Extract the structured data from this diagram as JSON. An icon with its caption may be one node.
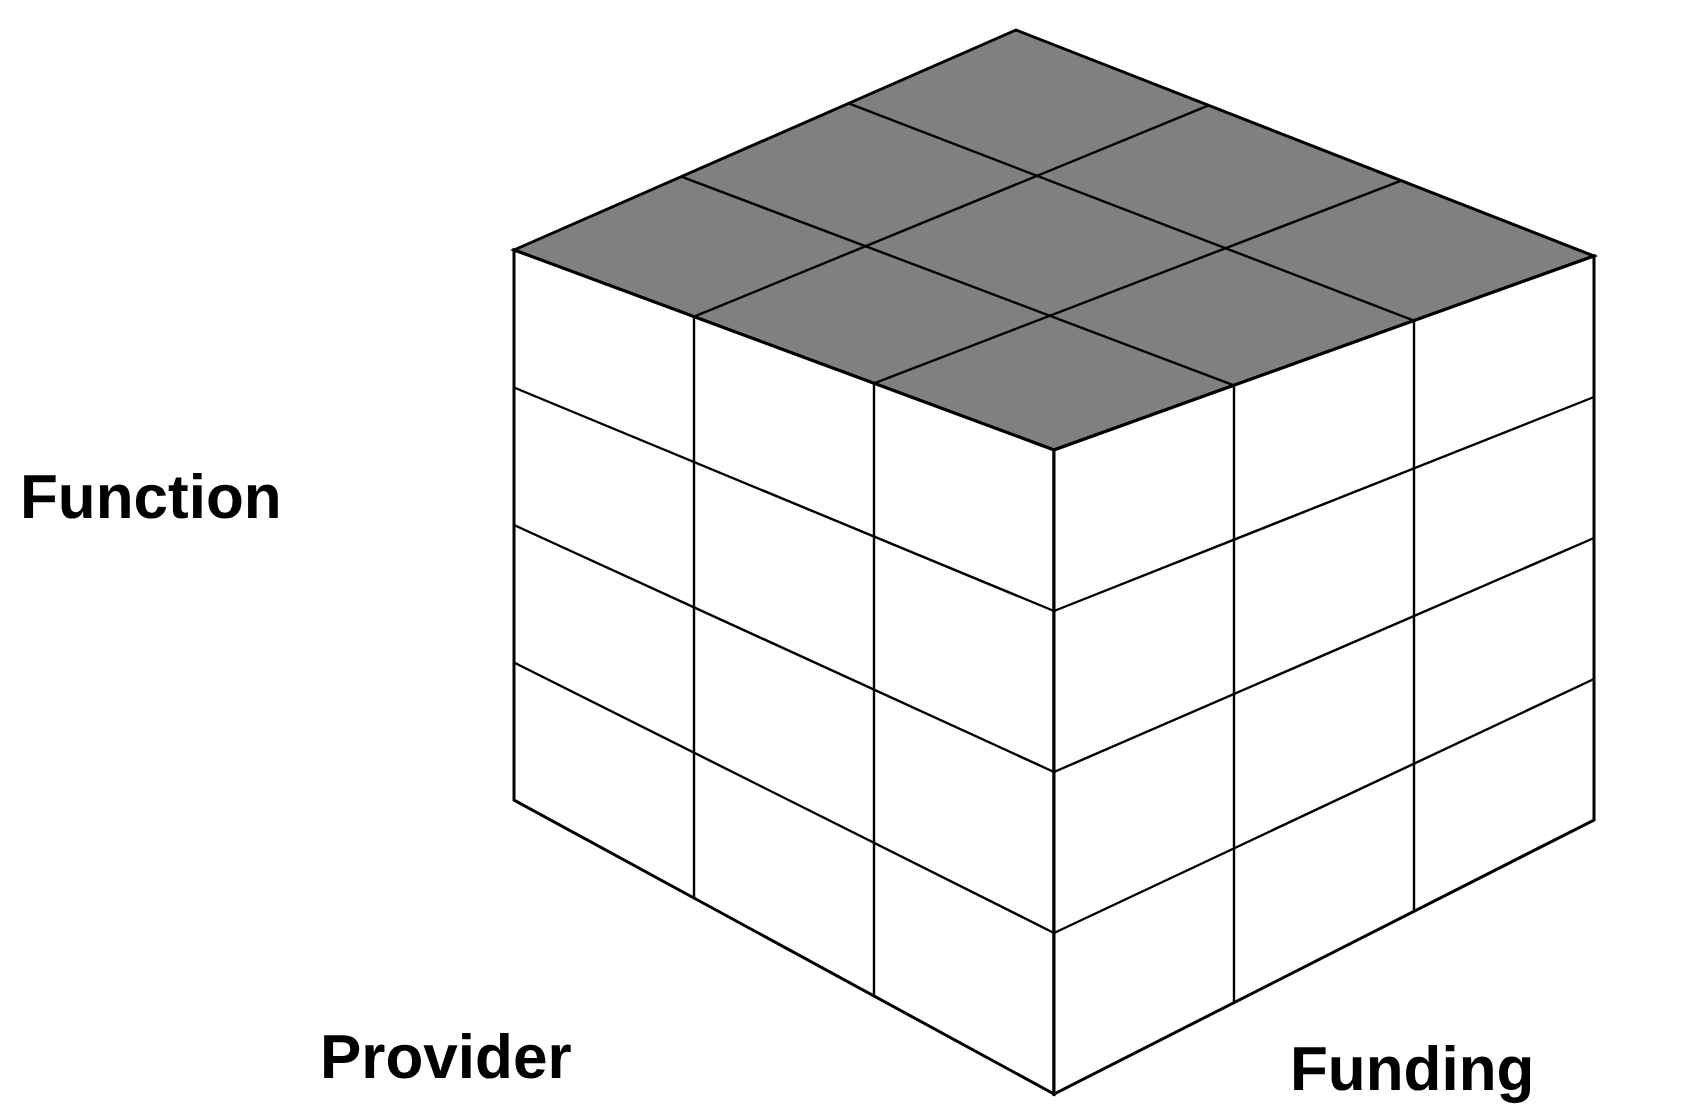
{
  "diagram": {
    "labels": [
      "Function",
      "Provider",
      "Funding"
    ]
  }
}
